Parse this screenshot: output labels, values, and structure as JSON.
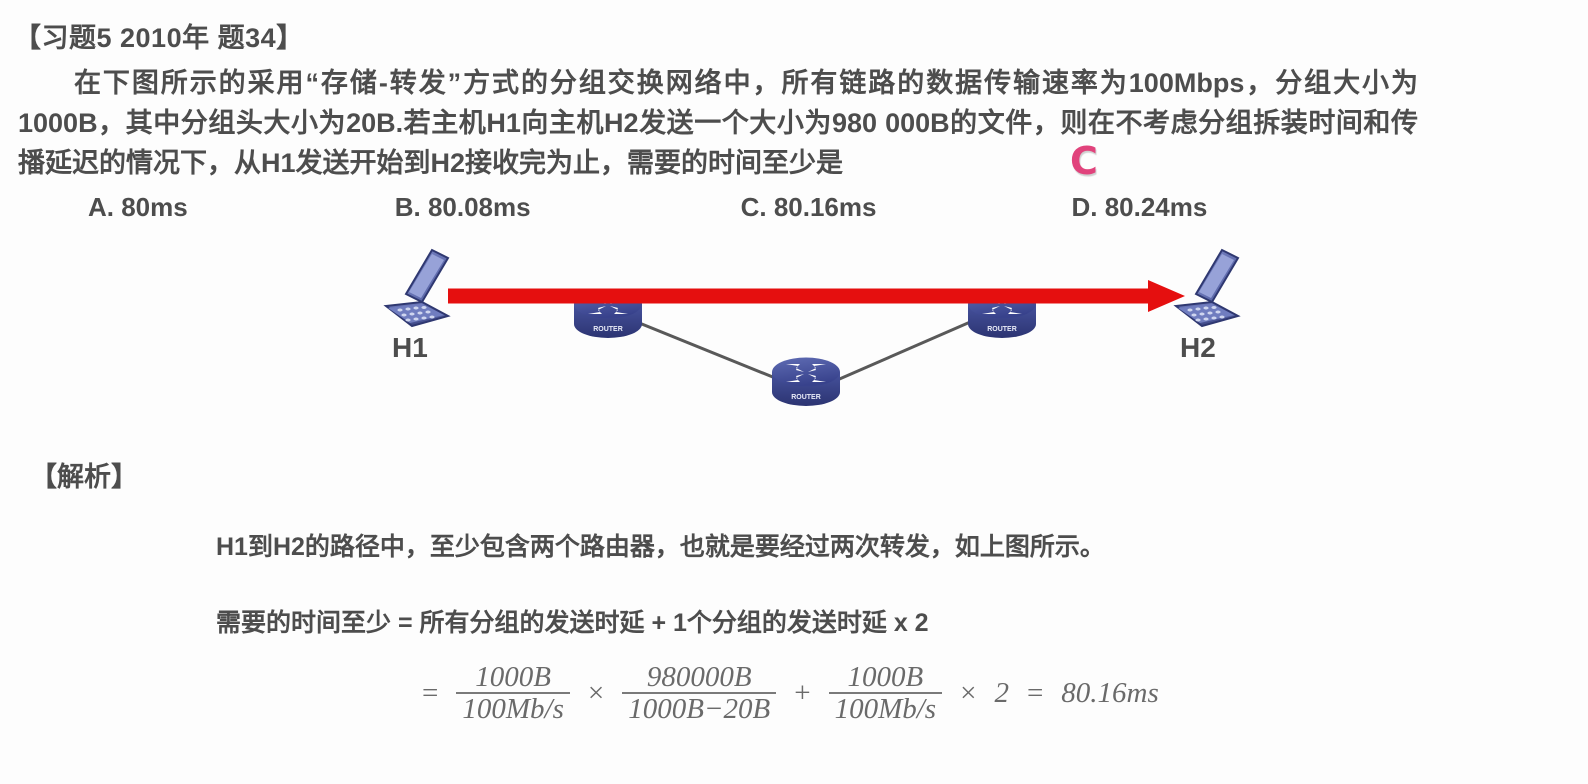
{
  "question": {
    "title": "【习题5  2010年 题34】",
    "body_indent": "　　",
    "body": "在下图所示的采用“存储-转发”方式的分组交换网络中，所有链路的数据传输速率为100Mbps，分组大小为1000B，其中分组头大小为20B.若主机H1向主机H2发送一个大小为980 000B的文件，则在不考虑分组拆装时间和传播延迟的情况下，从H1发送开始到H2接收完为止，需要的时间至少是",
    "answer_mark": "C",
    "answer_color": "#e1437c",
    "options": [
      {
        "key": "A",
        "label": "A. 80ms"
      },
      {
        "key": "B",
        "label": "B. 80.08ms"
      },
      {
        "key": "C",
        "label": "C. 80.16ms"
      },
      {
        "key": "D",
        "label": "D. 80.24ms"
      }
    ]
  },
  "diagram": {
    "host_left_label": "H1",
    "host_right_label": "H2",
    "router_label": "ROUTER",
    "path_color": "#e50f0f",
    "link_color": "#595959",
    "router_color": "#3f4f9b",
    "laptop_color": "#5b67ae"
  },
  "analysis": {
    "title": "【解析】",
    "line1": "H1到H2的路径中，至少包含两个路由器，也就是要经过两次转发，如上图所示。",
    "line2": "需要的时间至少 = 所有分组的发送时延 + 1个分组的发送时延 x 2"
  },
  "formula": {
    "eq1": "=",
    "t1_num": "1000B",
    "t1_den": "100Mb/s",
    "mul1": "×",
    "t2_num": "980000B",
    "t2_den": "1000B−20B",
    "plus": "+",
    "t3_num": "1000B",
    "t3_den": "100Mb/s",
    "mul2": "×",
    "two": "2",
    "eq2": "=",
    "result": "80.16ms"
  }
}
